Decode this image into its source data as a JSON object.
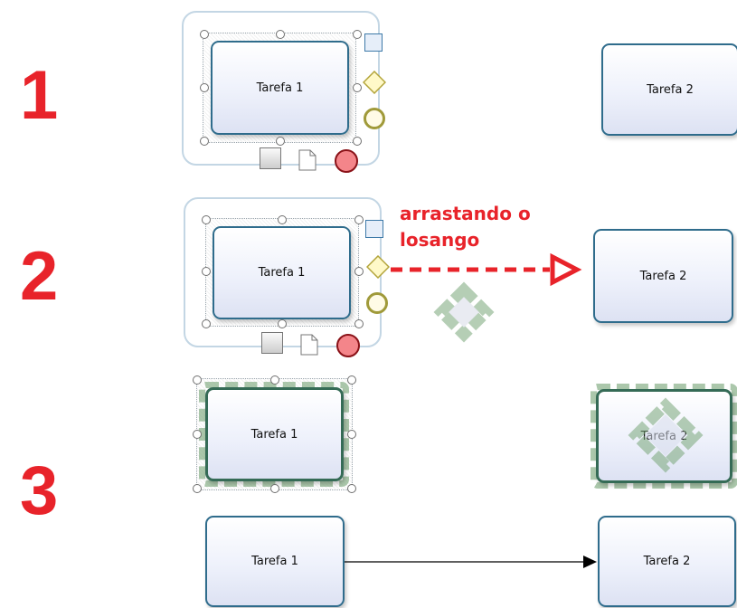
{
  "steps": [
    {
      "number": "1"
    },
    {
      "number": "2"
    },
    {
      "number": "3"
    }
  ],
  "tasks": {
    "task1": "Tarefa 1",
    "task2": "Tarefa 2"
  },
  "annotation": {
    "line1": "arrastando o",
    "line2": "losango"
  },
  "colors": {
    "step_number": "#e8232a",
    "task_border": "#2f6c8c",
    "task_border_highlight": "#356b56",
    "drag_hint": "#e8232a",
    "gateway_fill": "#fff9c8",
    "end_event_fill": "#f4858a"
  },
  "icons": {
    "context_pad": [
      "task-icon",
      "gateway-diamond-icon",
      "intermediate-event-icon",
      "annotation-icon",
      "data-object-icon",
      "end-event-icon"
    ]
  }
}
